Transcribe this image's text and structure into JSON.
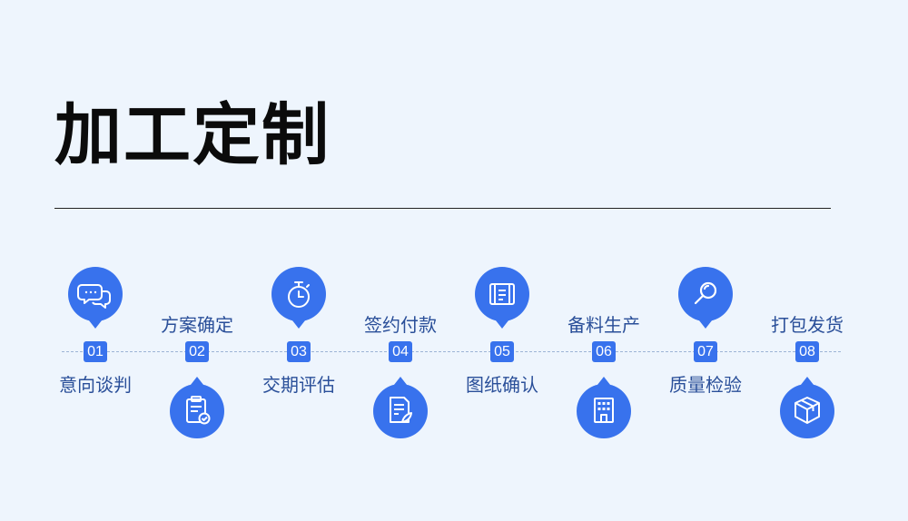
{
  "title": "加工定制",
  "colors": {
    "accent": "#3872ed",
    "label": "#2a4f99",
    "background": "#eef5fd"
  },
  "steps": [
    {
      "num": "01",
      "label": "意向谈判",
      "icon": "chat-bubbles-icon"
    },
    {
      "num": "02",
      "label": "方案确定",
      "icon": "clipboard-check-icon"
    },
    {
      "num": "03",
      "label": "交期评估",
      "icon": "stopwatch-icon"
    },
    {
      "num": "04",
      "label": "签约付款",
      "icon": "document-sign-icon"
    },
    {
      "num": "05",
      "label": "图纸确认",
      "icon": "blueprint-scroll-icon"
    },
    {
      "num": "06",
      "label": "备料生产",
      "icon": "factory-building-icon"
    },
    {
      "num": "07",
      "label": "质量检验",
      "icon": "magnifier-icon"
    },
    {
      "num": "08",
      "label": "打包发货",
      "icon": "package-box-icon"
    }
  ]
}
